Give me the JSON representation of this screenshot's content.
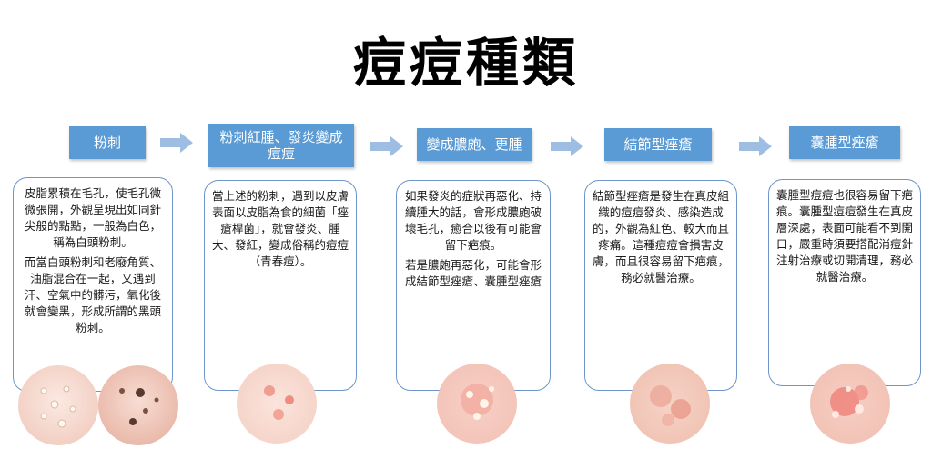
{
  "title": "痘痘種類",
  "stages": [
    {
      "label": "粉刺",
      "paragraphs": [
        "皮脂累積在毛孔，使毛孔微微張開，外觀呈現出如同針尖般的點點，一般為白色，稱為白頭粉刺。",
        "而當白頭粉刺和老廢角質、油脂混合在一起，又遇到汗、空氣中的髒污，氧化後就會變黑，形成所謂的黑頭粉刺。"
      ]
    },
    {
      "label": "粉刺紅腫、發炎變成痘痘",
      "paragraphs": [
        "當上述的粉刺，遇到以皮膚表面以皮脂為食的細菌「痤瘡桿菌」，就會發炎、腫大、發紅，變成俗稱的痘痘（青春痘）。"
      ]
    },
    {
      "label": "變成膿皰、更腫",
      "paragraphs": [
        "如果發炎的症狀再惡化、持續腫大的話，會形成膿皰破壞毛孔，癒合以後有可能會留下疤痕。",
        "若是膿皰再惡化，可能會形成結節型痤瘡、囊腫型痤瘡"
      ]
    },
    {
      "label": "結節型痤瘡",
      "paragraphs": [
        "結節型痤瘡是發生在真皮組織的痘痘發炎、感染造成的，外觀為紅色、較大而且疼痛。這種痘痘會損害皮膚，而且很容易留下疤痕，務必就醫治療。"
      ]
    },
    {
      "label": "囊腫型痤瘡",
      "paragraphs": [
        "囊腫型痘痘也很容易留下疤痕。囊腫型痘痘發生在真皮層深處，表面可能看不到開口，嚴重時須要搭配消痘針注射治療或切開清理，務必就醫治療。"
      ]
    }
  ],
  "colors": {
    "stage_fill": "#5b9bd5",
    "box_border": "#6d95c9",
    "arrow": "#9dbde3"
  }
}
